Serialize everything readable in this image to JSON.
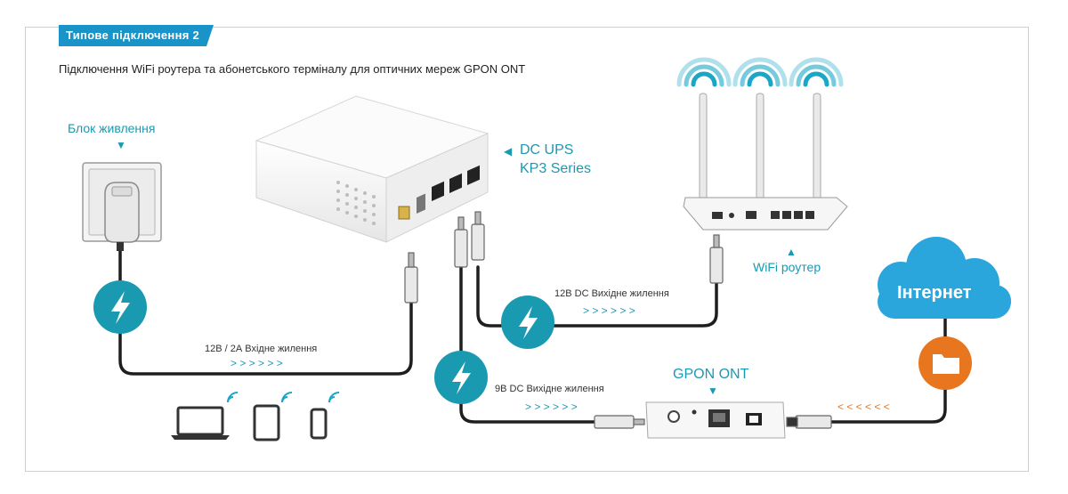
{
  "header": {
    "tag": "Типове підключення 2",
    "subtitle": "Підключення WiFi роутера та абонетського терміналу для оптичних мереж GPON ONT"
  },
  "labels": {
    "power_supply": "Блок живлення",
    "ups_line1": "DC UPS",
    "ups_line2": "KP3 Series",
    "router": "WiFi роутер",
    "gpon": "GPON ONT",
    "internet": "Інтернет"
  },
  "cables": {
    "input": "12В / 2А Вхідне жилення",
    "out12": "12В DC Вихідне жилення",
    "out9": "9В DC Вихідне жилення",
    "chevrons": "> > > > > >",
    "chevrons_back": "< < < < < <"
  },
  "colors": {
    "teal": "#1a9ab1",
    "accent_blue": "#1a93c9",
    "cloud": "#2aa6dd",
    "orange": "#e8761f",
    "cable": "#1e1e1e"
  },
  "icons": [
    "power-outlet-icon",
    "lightning-icon",
    "laptop-icon",
    "tablet-icon",
    "phone-icon",
    "wifi-icon",
    "cloud-icon",
    "folder-icon"
  ]
}
